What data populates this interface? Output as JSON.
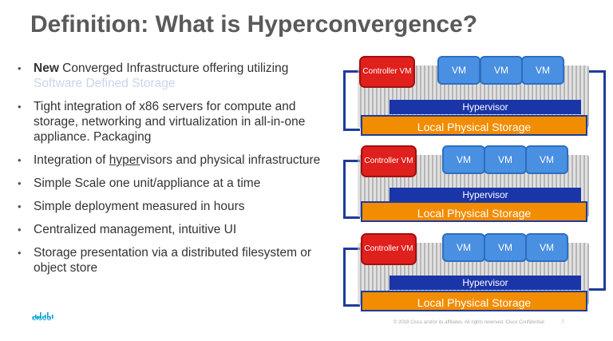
{
  "slide": {
    "title": "Definition:  What is Hyperconvergence?",
    "bullets": [
      {
        "bold": "New",
        "text": " Converged Infrastructure offering utilizing",
        "link": "Software Defined Storage"
      },
      {
        "text": "Tight integration of x86 servers for compute and storage, networking and virtualization in all-in-one appliance. Packaging"
      },
      {
        "pre": "Integration of ",
        "underline": "hyper",
        "post": "visors and physical infrastructure"
      },
      {
        "text": "Simple Scale one unit/appliance at a time"
      },
      {
        "text": "Simple deployment measured in hours"
      },
      {
        "text": "Centralized management, intuitive UI"
      },
      {
        "text": "Storage presentation via a distributed filesystem or object store"
      }
    ],
    "diagram": {
      "controller_label": "Controller VM",
      "vm_label": "VM",
      "hypervisor_label": "Hypervisor",
      "storage_label": "Local Physical Storage"
    },
    "footer": "© 2018 Cisco and/or its affiliates. All rights reserved. Cisco Confidential",
    "page_number": "7",
    "logo_text": "CISCO",
    "colors": {
      "controller": "#e0201c",
      "vm": "#4a90e2",
      "hypervisor": "#1a35a8",
      "storage": "#f28c00",
      "link_text": "#c8d6ee"
    }
  }
}
